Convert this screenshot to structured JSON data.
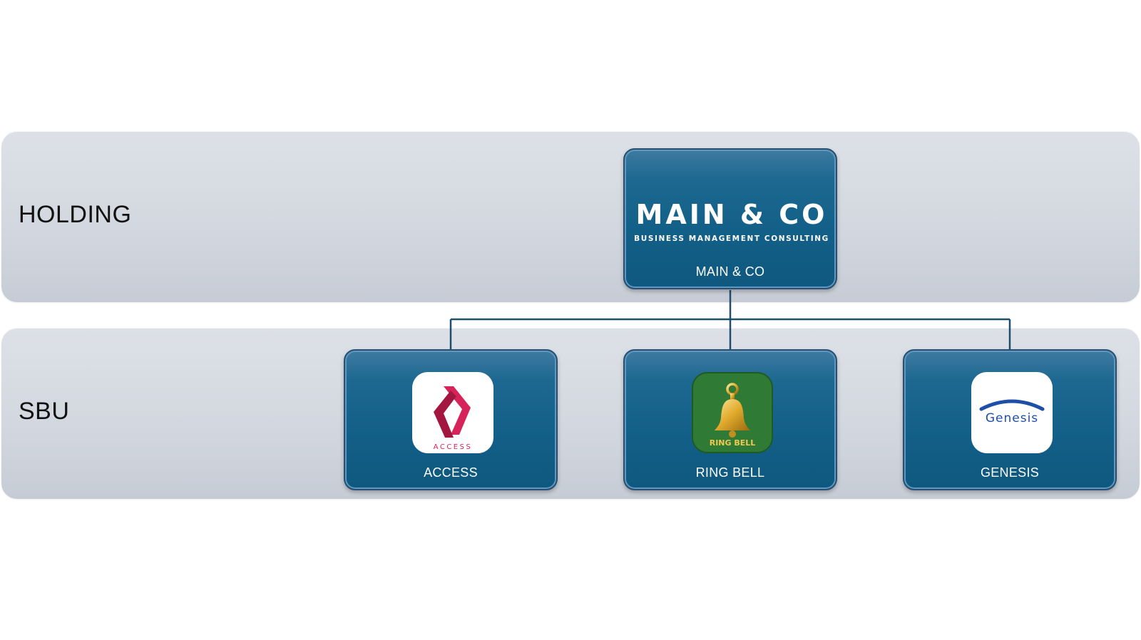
{
  "bands": {
    "holding": {
      "label": "HOLDING"
    },
    "sbu": {
      "label": "SBU"
    }
  },
  "root": {
    "label": "MAIN & CO",
    "logo": {
      "wordmark": "MAIN & CO",
      "tagline": "BUSINESS MANAGEMENT CONSULTING"
    }
  },
  "children": [
    {
      "label": "ACCESS",
      "logo_text": "ACCESS",
      "icon": "access-logo"
    },
    {
      "label": "RING BELL",
      "logo_text": "RING BELL",
      "icon": "bell-icon"
    },
    {
      "label": "GENESIS",
      "logo_text": "Genesis",
      "icon": "genesis-logo"
    }
  ],
  "colors": {
    "box": "#125f87",
    "connector": "#1e4f6e",
    "access_red": "#d6245a",
    "ringbell_green": "#2f7a35",
    "genesis_blue": "#1d4fa8"
  }
}
